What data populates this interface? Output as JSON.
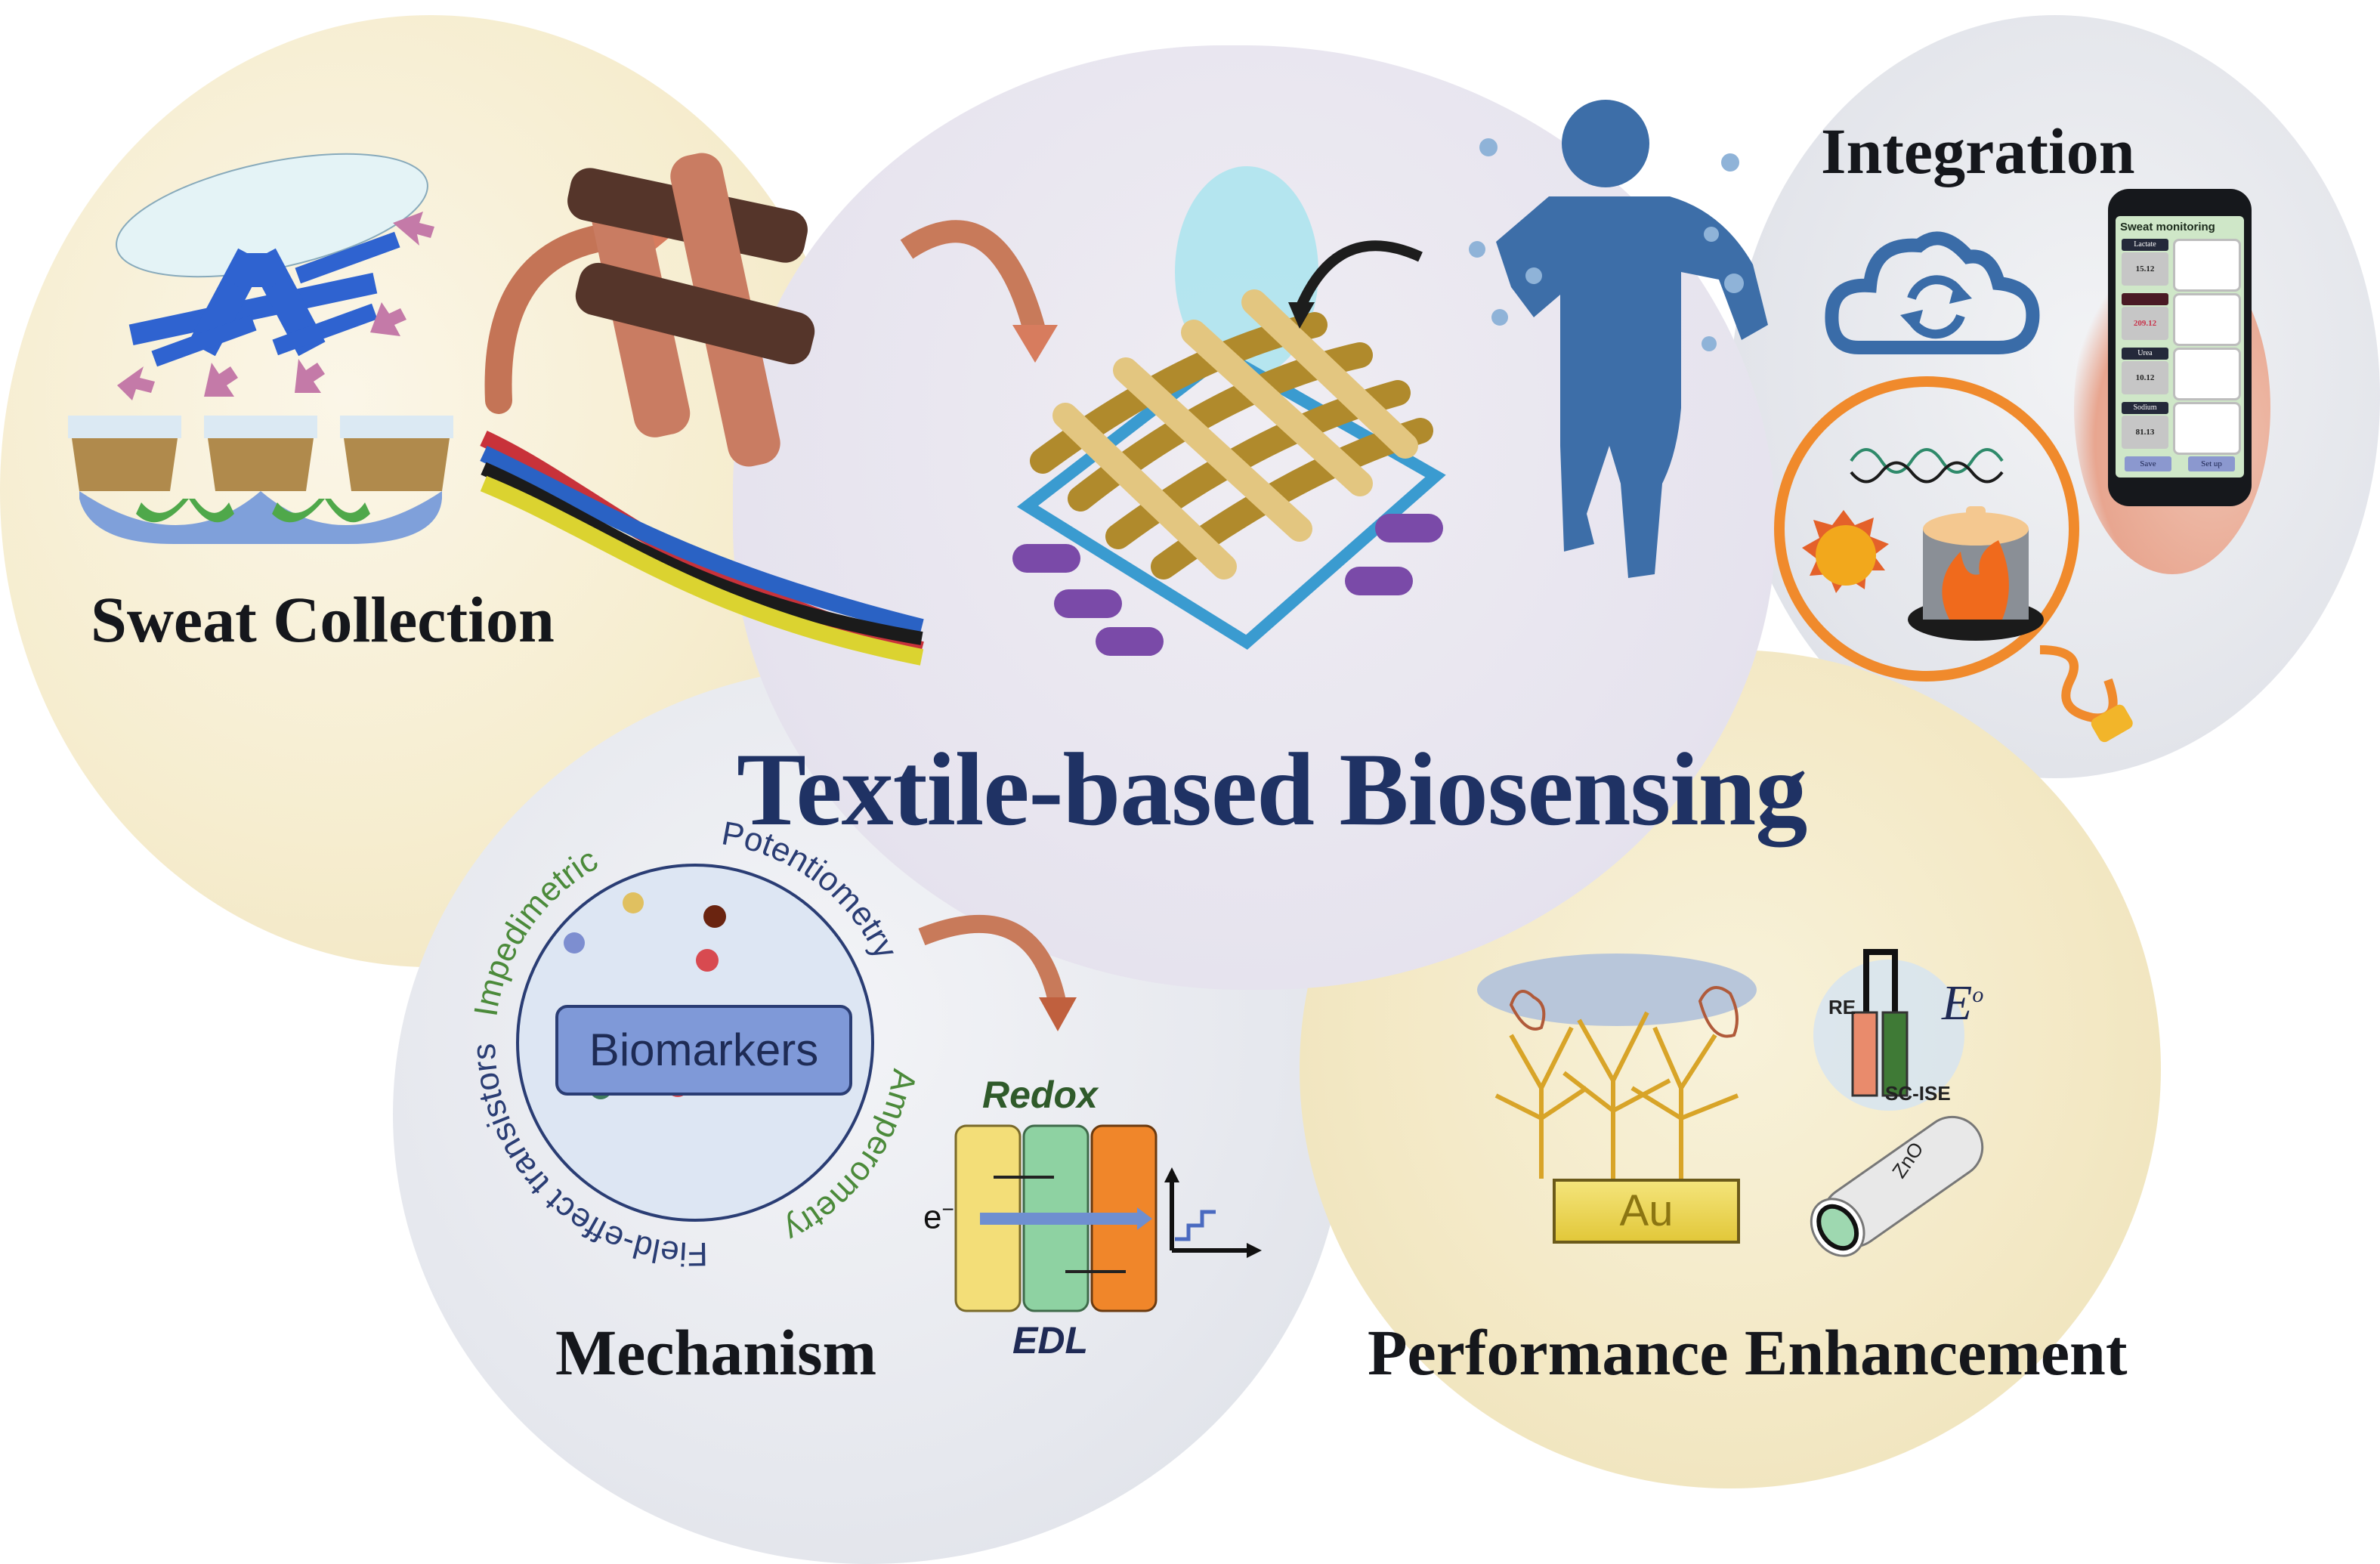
{
  "figure": {
    "title": "Textile-based Biosensing",
    "colors": {
      "title": "#1f3264",
      "labels": "#15171c",
      "runner": "#3a6ca8",
      "cloud": "#3a6ca8",
      "orange_loop": "#f08a2c"
    }
  },
  "sections": {
    "sweat_collection": {
      "label": "Sweat Collection",
      "icons": [
        "snowflake-channel-icon",
        "textile-wicking-layer-icon",
        "inflow-arrow-icon"
      ]
    },
    "center": {
      "icons": [
        "woven-yarn-icon",
        "twisted-wires-icon",
        "sweat-drop-icon",
        "textile-sensor-mesh-icon",
        "running-person-icon",
        "sweat-droplet-icon"
      ]
    },
    "integration": {
      "label": "Integration",
      "icons": [
        "cloud-sync-icon",
        "sun-icon",
        "battery-flame-icon",
        "power-plug-icon",
        "smartphone-icon"
      ],
      "phone": {
        "app_title": "Sweat monitoring",
        "readings": [
          {
            "name": "Lactate",
            "value": "15.12"
          },
          {
            "name": "",
            "value": "209.12"
          },
          {
            "name": "Urea",
            "value": "10.12"
          },
          {
            "name": "Sodium",
            "value": "81.13"
          }
        ],
        "buttons": {
          "save": "Save",
          "setup": "Set up"
        }
      }
    },
    "mechanism": {
      "label": "Mechanism",
      "center_box": "Biomarkers",
      "ring_labels": [
        "Impedimetric",
        "Potentiometry",
        "Amperometry",
        "Field-effect transistors"
      ],
      "redox_label": "Redox",
      "edl_label": "EDL",
      "electron_label": "e",
      "electron_sup": "−"
    },
    "performance": {
      "label": "Performance Enhancement",
      "au_label": "Au",
      "re_label": "RE",
      "scise_label": "SC-ISE",
      "potential_label": "E",
      "potential_sup": "o",
      "zno_label": "ZnO"
    }
  }
}
